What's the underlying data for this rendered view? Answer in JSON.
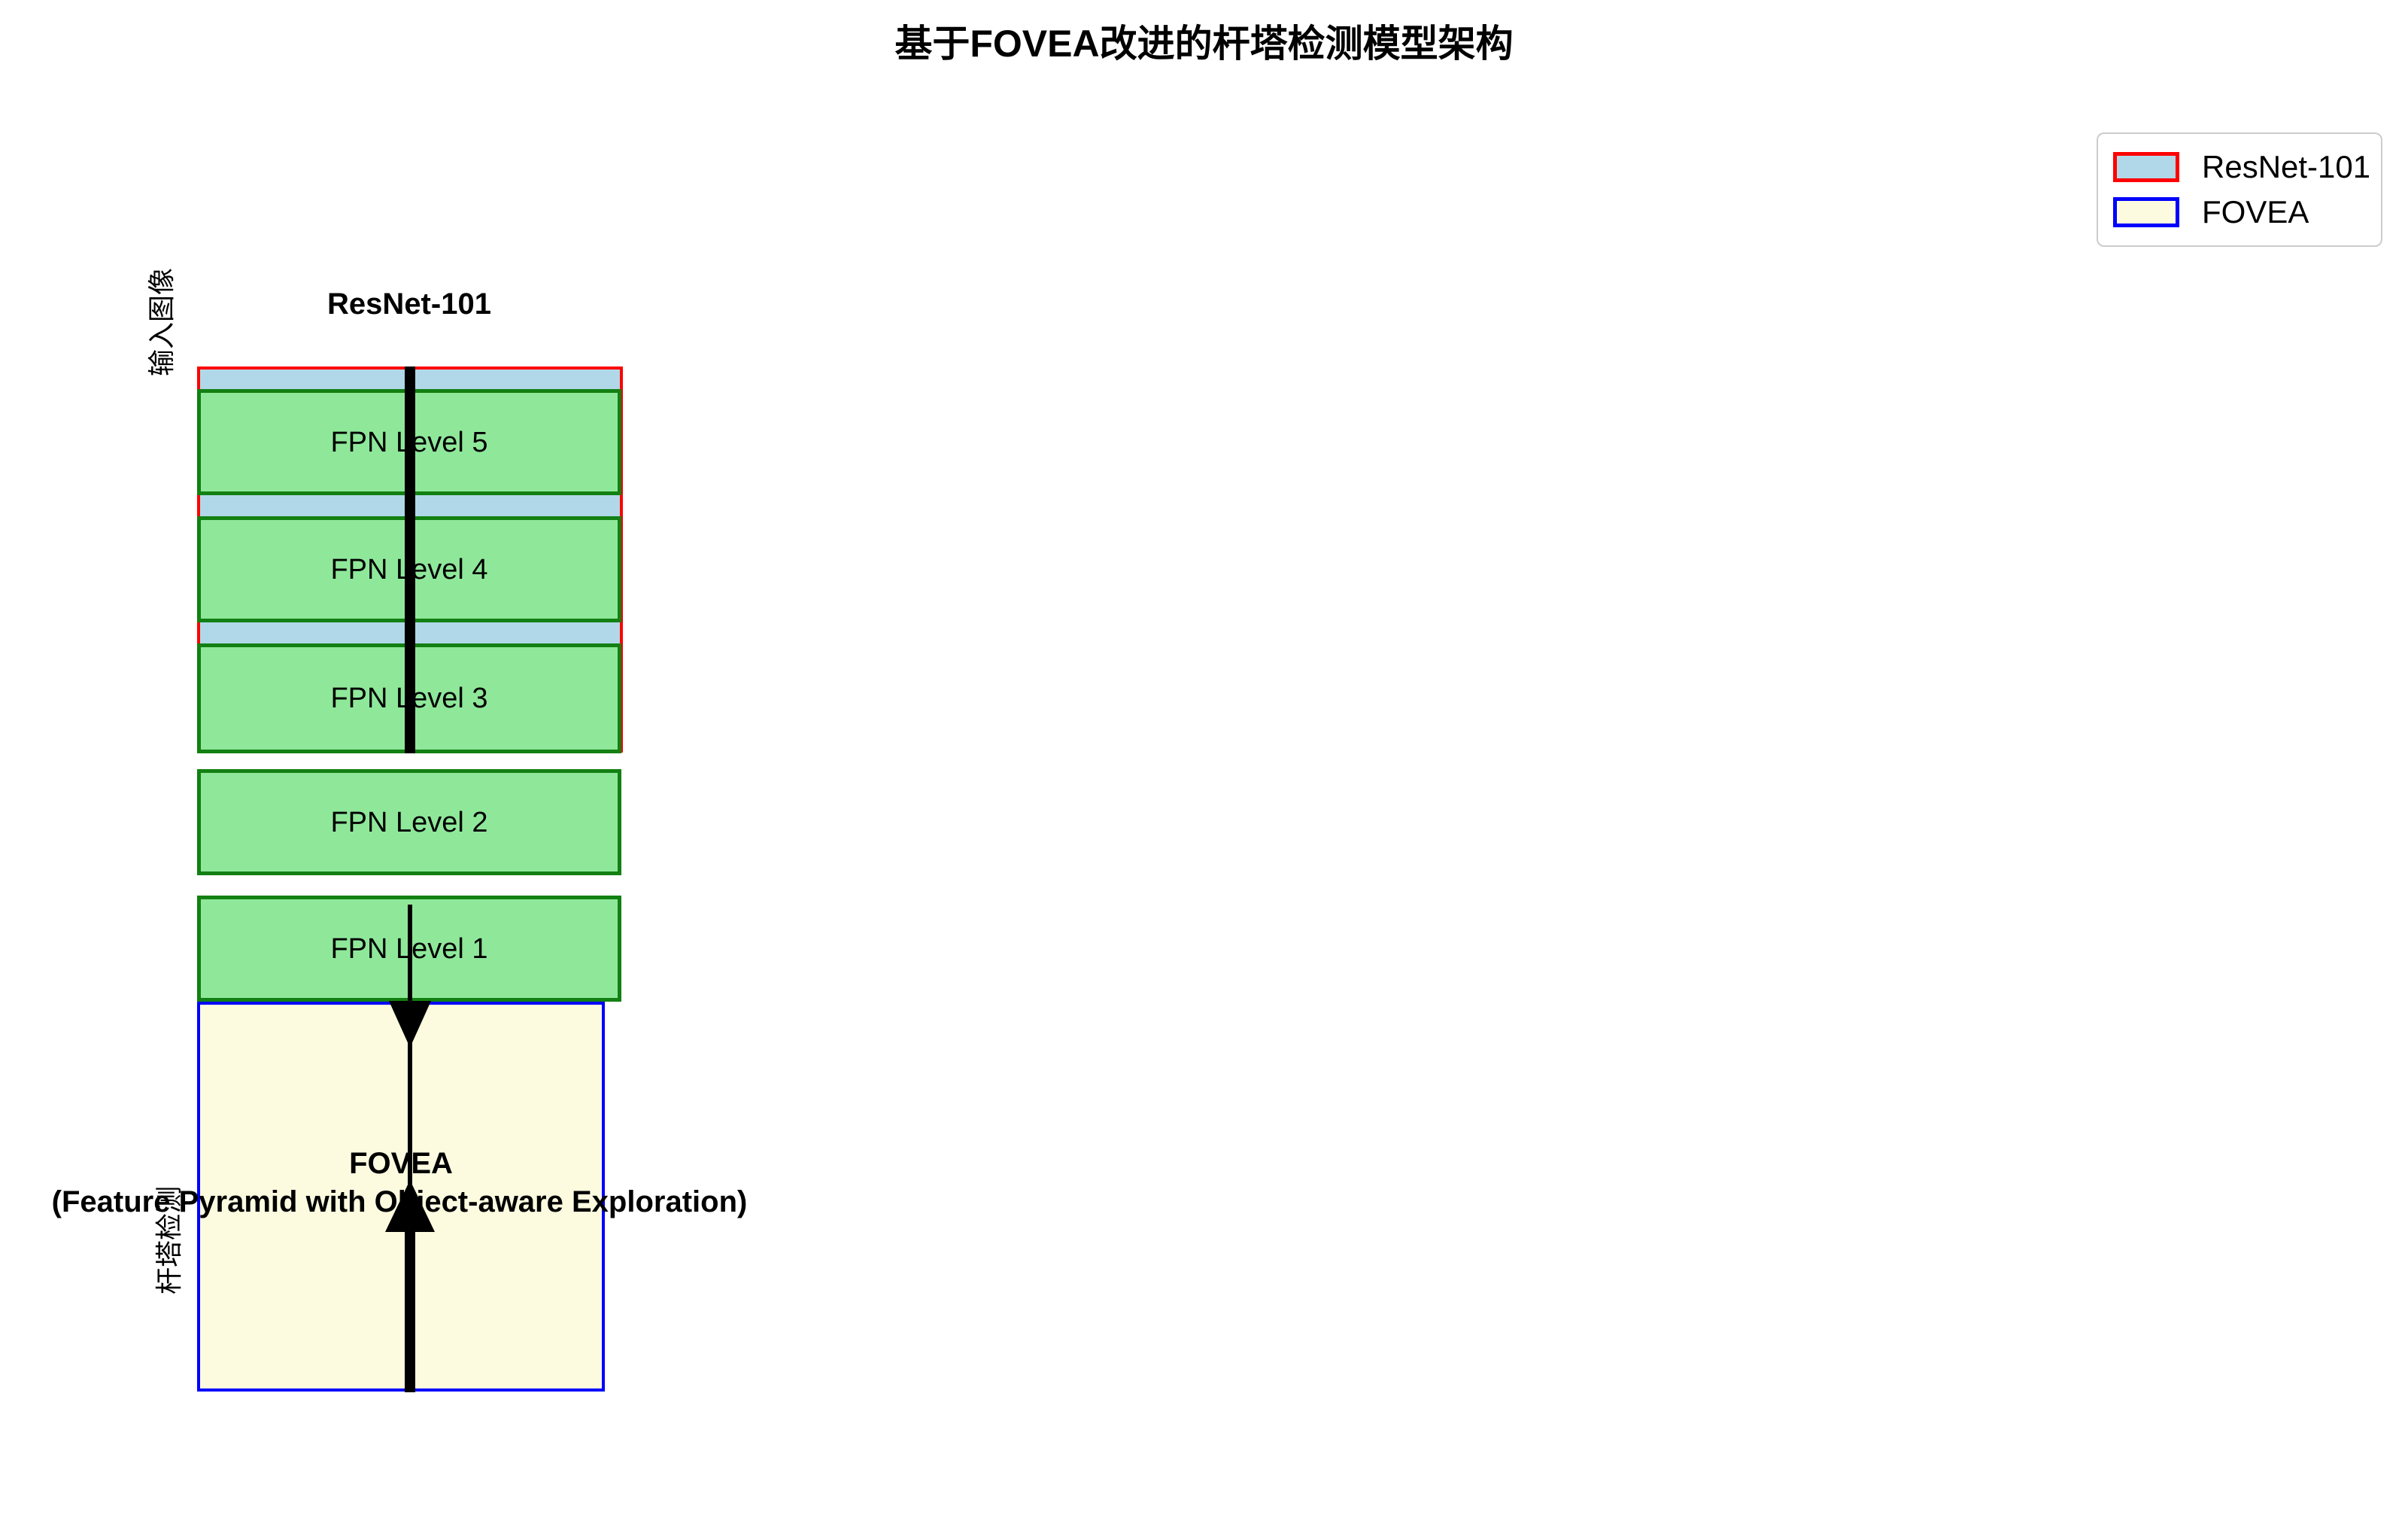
{
  "title": "基于FOVEA改进的杆塔检测模型架构",
  "legend": {
    "items": [
      {
        "label": "ResNet-101",
        "fill": "#b0d8e8",
        "stroke": "#ff0000",
        "swatch_icon": "legend-swatch-icon"
      },
      {
        "label": "FOVEA",
        "fill": "#fcfbdf",
        "stroke": "#0000ff",
        "swatch_icon": "legend-swatch-icon"
      }
    ]
  },
  "side_labels": {
    "input": "输入图像",
    "output": "杆塔检测"
  },
  "backbone": {
    "heading": "ResNet-101",
    "fill": "#b0d8e8",
    "stroke": "#ff0000"
  },
  "fpn": {
    "fill": "#8fe89a",
    "stroke": "#128012",
    "levels": [
      {
        "label": "FPN Level 5"
      },
      {
        "label": "FPN Level 4"
      },
      {
        "label": "FPN Level 3"
      },
      {
        "label": "FPN Level 2"
      },
      {
        "label": "FPN Level 1"
      }
    ]
  },
  "fovea": {
    "title": "FOVEA",
    "subtitle": "(Feature Pyramid with Object-aware Exploration)",
    "fill": "#fcfbdf",
    "stroke": "#0000ff"
  },
  "flow": {
    "down_arrow_icon": "arrow-down-icon",
    "up_arrow_icon": "arrow-up-icon",
    "line_color": "#000000"
  }
}
